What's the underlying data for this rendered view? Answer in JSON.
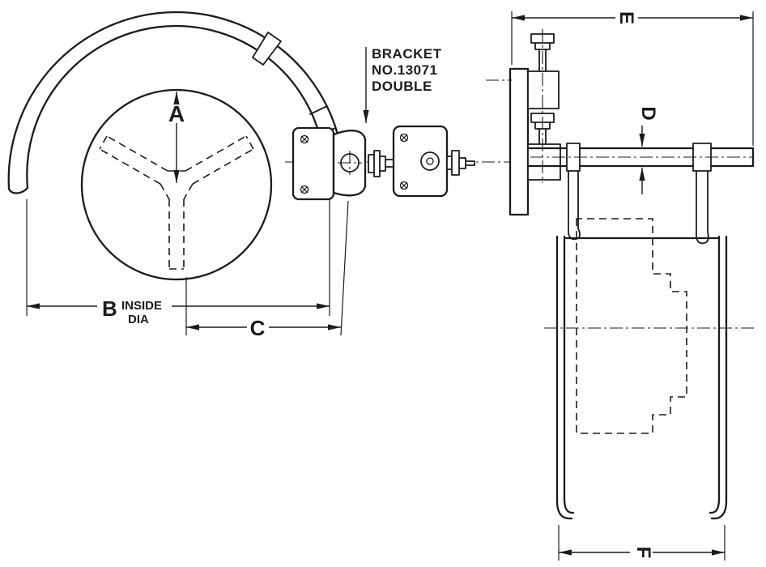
{
  "callout": {
    "line1": "BRACKET",
    "line2": "NO.13071",
    "line3": "DOUBLE"
  },
  "dimensions": {
    "a": "A",
    "b": "B",
    "b_note_line1": "INSIDE",
    "b_note_line2": "DIA",
    "c": "C",
    "d": "D",
    "e": "E",
    "f": "F"
  },
  "colors": {
    "ink": "#1b1b1b",
    "paper": "#ffffff"
  }
}
